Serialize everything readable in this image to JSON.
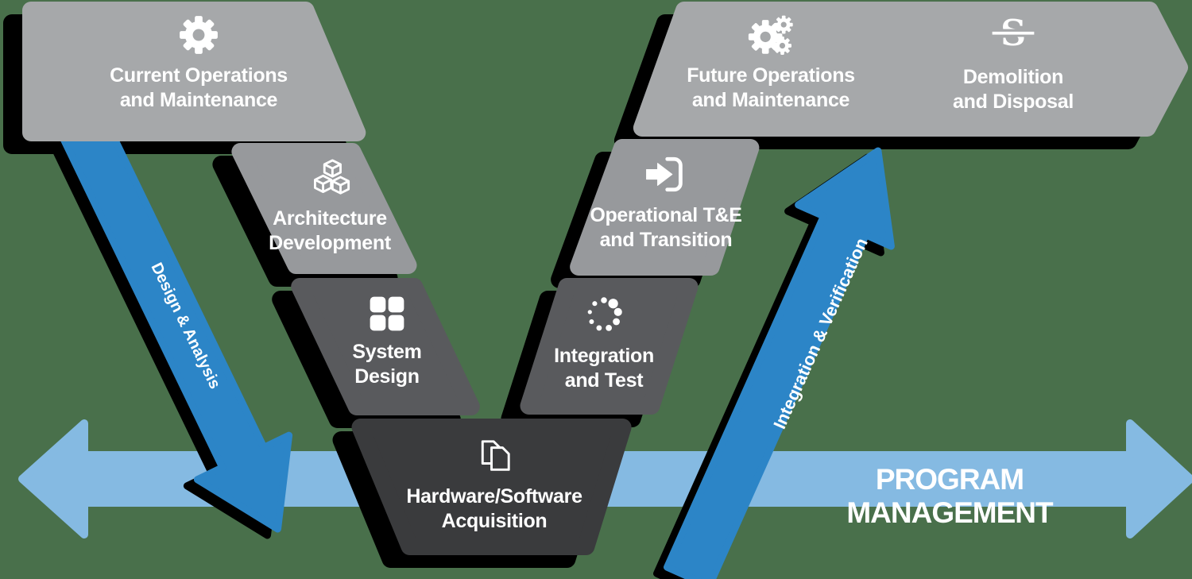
{
  "background_color": "#49704B",
  "colors": {
    "shadow": "#000000",
    "arrow_blue": "#2C85C7",
    "band_blue": "#85BAE2",
    "tier1_gray": "#A6A8AA",
    "tier2_gray": "#97999C",
    "tier3_gray": "#595A5D",
    "tier4_gray": "#3A3B3D",
    "text_white": "#FFFFFF"
  },
  "blocks": [
    {
      "id": "current-operations",
      "lines": [
        "Current Operations",
        "and Maintenance"
      ],
      "icon": "gear-icon",
      "color": "#A6A8AA"
    },
    {
      "id": "architecture-development",
      "lines": [
        "Architecture",
        "Development"
      ],
      "icon": "cubes-icon",
      "color": "#97999C"
    },
    {
      "id": "system-design",
      "lines": [
        "System",
        "Design"
      ],
      "icon": "grid-icon",
      "color": "#595A5D"
    },
    {
      "id": "hardware-software-acquisition",
      "lines": [
        "Hardware/Software",
        "Acquisition"
      ],
      "icon": "documents-icon",
      "color": "#3A3B3D"
    },
    {
      "id": "integration-and-test",
      "lines": [
        "Integration",
        "and Test"
      ],
      "icon": "spinner-icon",
      "color": "#595A5D"
    },
    {
      "id": "operational-te-transition",
      "lines": [
        "Operational T&E",
        "and Transition"
      ],
      "icon": "transition-arrow-icon",
      "color": "#97999C"
    },
    {
      "id": "future-operations",
      "lines": [
        "Future Operations",
        "and Maintenance"
      ],
      "icon": "gears-icon",
      "color": "#A6A8AA"
    },
    {
      "id": "demolition-disposal",
      "lines": [
        "Demolition",
        "and Disposal"
      ],
      "icon": "disposal-icon",
      "color": "#A6A8AA"
    }
  ],
  "arrows": {
    "design_analysis": {
      "label": "Design & Analysis"
    },
    "integration_verification": {
      "label": "Integration & Verification"
    },
    "program_management": {
      "label": "PROGRAM MANAGEMENT"
    }
  },
  "icons": {
    "disposal_glyph": "S"
  }
}
